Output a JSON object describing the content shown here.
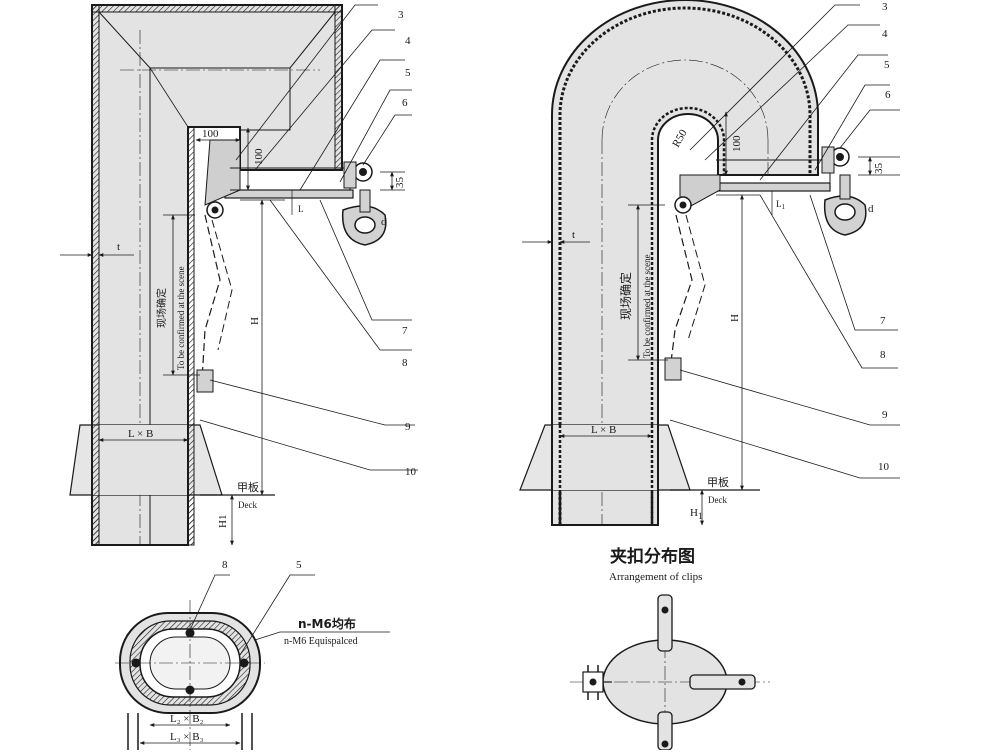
{
  "left_view": {
    "dim_100": "100",
    "dim_100v": "100",
    "dim_35": "35",
    "dim_t": "t",
    "dim_h": "H",
    "dim_h1": "H1",
    "dim_l1": "L",
    "dim_lb": "L × B",
    "label_d": "d",
    "deck_cn": "甲板",
    "deck_en": "Deck",
    "scene_cn": "现场确定",
    "scene_en": "To be confirmed at the scene",
    "callouts": [
      "3",
      "4",
      "5",
      "6",
      "7",
      "8",
      "9",
      "10"
    ]
  },
  "right_view": {
    "dim_r50": "R50",
    "dim_100v": "100",
    "dim_35": "35",
    "dim_t": "t",
    "dim_h": "H",
    "dim_h1": "H",
    "dim_h1_sub": "1",
    "dim_l1": "L",
    "dim_l1_sub": "1",
    "dim_lb": "L × B",
    "label_d": "d",
    "deck_cn": "甲板",
    "deck_en": "Deck",
    "scene_cn": "现场确定",
    "scene_en": "To be confirmed at the scene",
    "callouts": [
      "3",
      "4",
      "5",
      "6",
      "7",
      "8",
      "9",
      "10"
    ]
  },
  "plan_view": {
    "callout_8": "8",
    "callout_5": "5",
    "bolts_cn": "n-M6均布",
    "bolts_en": "n-M6 Equispalced",
    "dim_l2b2": "L₂ × B₂",
    "dim_l3b3": "L₃ × B₃"
  },
  "clips_view": {
    "title_cn": "夹扣分布图",
    "title_en": "Arrangement of clips"
  },
  "colors": {
    "ink": "#1a1a1a",
    "duct_fill": "#e3e3e3",
    "plate_fill": "#d2d2d2"
  }
}
